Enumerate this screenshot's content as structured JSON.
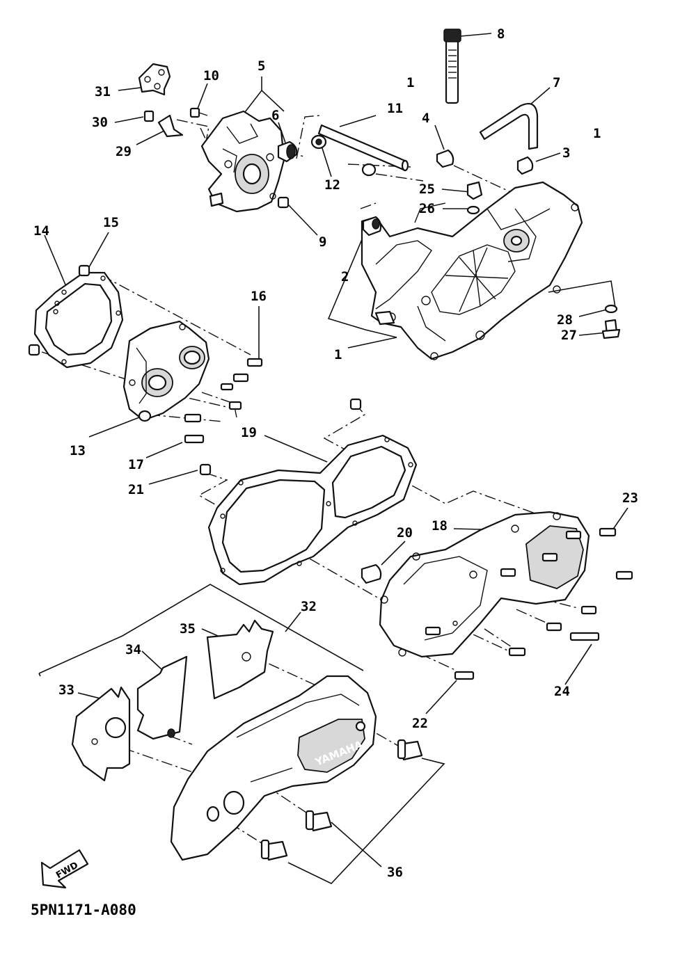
{
  "document_code": "5PN1171-A080",
  "brand_label": "YAMAHA",
  "direction_label": "FWD",
  "callouts": {
    "c1a": "1",
    "c1b": "1",
    "c1c": "1",
    "c2": "2",
    "c3": "3",
    "c4": "4",
    "c5": "5",
    "c6": "6",
    "c7": "7",
    "c8": "8",
    "c9": "9",
    "c10": "10",
    "c11": "11",
    "c12": "12",
    "c13": "13",
    "c14": "14",
    "c15": "15",
    "c16": "16",
    "c17": "17",
    "c18": "18",
    "c19": "19",
    "c20": "20",
    "c21": "21",
    "c22": "22",
    "c23": "23",
    "c24": "24",
    "c25": "25",
    "c26": "26",
    "c27": "27",
    "c28": "28",
    "c29": "29",
    "c30": "30",
    "c31": "31",
    "c32": "32",
    "c33": "33",
    "c34": "34",
    "c35": "35",
    "c36": "36"
  }
}
